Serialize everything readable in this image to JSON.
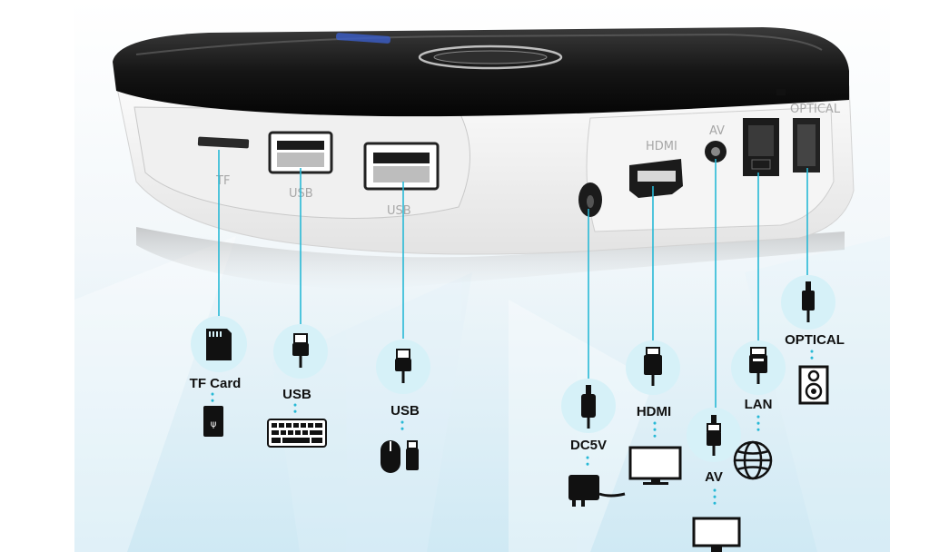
{
  "device": {
    "port_labels": {
      "tf": "TF",
      "usb1": "USB",
      "usb2": "USB",
      "hdmi": "HDMI",
      "av": "AV",
      "optical": "OPTICAL"
    }
  },
  "connectors": [
    {
      "id": "tf-card",
      "label": "TF Card",
      "icon": "sd-card-icon",
      "accessory": "usb-card-reader-icon"
    },
    {
      "id": "usb-1",
      "label": "USB",
      "icon": "usb-plug-icon",
      "accessory": "keyboard-icon"
    },
    {
      "id": "usb-2",
      "label": "USB",
      "icon": "usb-plug-icon",
      "accessory": "mouse-and-dongle-icon"
    },
    {
      "id": "dc5v",
      "label": "DC5V",
      "icon": "dc-plug-icon",
      "accessory": "power-adapter-icon"
    },
    {
      "id": "hdmi",
      "label": "HDMI",
      "icon": "hdmi-plug-icon",
      "accessory": "monitor-icon"
    },
    {
      "id": "av",
      "label": "AV",
      "icon": "rca-plug-icon",
      "accessory": "tv-icon"
    },
    {
      "id": "lan",
      "label": "LAN",
      "icon": "rj45-plug-icon",
      "accessory": "globe-icon"
    },
    {
      "id": "optical",
      "label": "OPTICAL",
      "icon": "optical-plug-icon",
      "accessory": "speaker-icon"
    }
  ],
  "colors": {
    "accent": "#27b9d6",
    "circle": "#d6f1f8",
    "device_top": "#0e0e0e",
    "device_body": "#eeeeee"
  }
}
